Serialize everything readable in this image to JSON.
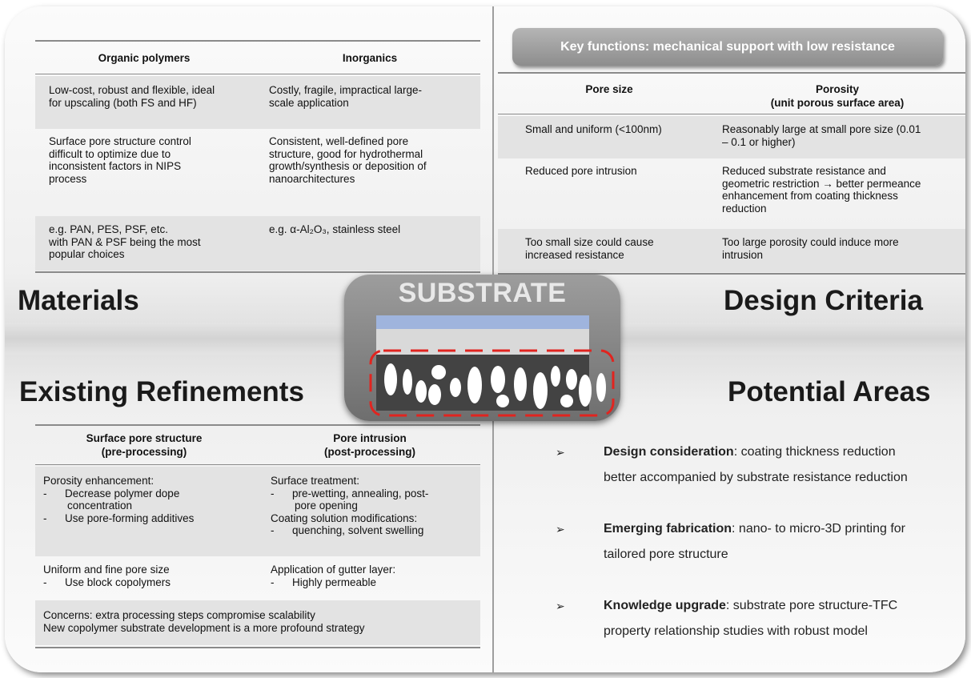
{
  "materials": {
    "section_title": "Materials",
    "headers": [
      "Organic polymers",
      "Inorganics"
    ],
    "rows": [
      [
        [
          "Low-cost, robust and flexible, ideal",
          "for upscaling (both FS and HF)"
        ],
        [
          "Costly, fragile, impractical large-",
          "scale application"
        ]
      ],
      [
        [
          "Surface pore structure control",
          "difficult to optimize due to",
          "inconsistent factors in NIPS",
          "process"
        ],
        [
          "Consistent, well-defined pore",
          "structure, good for hydrothermal",
          "growth/synthesis or deposition of",
          "nanoarchitectures"
        ]
      ],
      [
        [
          "e.g. PAN, PES, PSF, etc.",
          "with PAN & PSF being the most",
          "popular choices"
        ],
        [
          "e.g. α-Al₂O₃, stainless steel"
        ]
      ]
    ]
  },
  "design": {
    "key_functions": "Key functions:  mechanical  support with low resistance",
    "section_title": "Design Criteria",
    "headers": [
      [
        "Pore size"
      ],
      [
        "Porosity",
        "(unit porous surface area)"
      ]
    ],
    "rows": [
      [
        [
          "Small and uniform (<100nm)"
        ],
        [
          "Reasonably large at small pore size (0.01",
          "– 0.1 or higher)"
        ]
      ],
      [
        [
          "Reduced pore intrusion"
        ],
        [
          "Reduced substrate resistance and",
          "geometric restriction → better permeance",
          "enhancement from coating thickness",
          "reduction"
        ]
      ],
      [
        [
          "Too small size could cause",
          "increased resistance"
        ],
        [
          "Too large porosity could induce more",
          "intrusion"
        ]
      ]
    ]
  },
  "substrate": {
    "title": "SUBSTRATE"
  },
  "refinements": {
    "section_title": "Existing Refinements",
    "headers": [
      [
        "Surface pore structure",
        "(pre-processing)"
      ],
      [
        "Pore intrusion",
        "(post-processing)"
      ]
    ],
    "rows": [
      [
        [
          "Porosity enhancement:",
          "-      Decrease polymer dope",
          "        concentration",
          "-      Use pore-forming additives"
        ],
        [
          "Surface treatment:",
          "-      pre-wetting, annealing, post-",
          "        pore opening",
          "Coating solution modifications:",
          "-      quenching, solvent swelling"
        ]
      ],
      [
        [
          "Uniform and fine pore size",
          "-      Use block copolymers"
        ],
        [
          "Application of gutter layer:",
          "-      Highly permeable"
        ]
      ]
    ],
    "concerns": [
      "Concerns: extra processing steps compromise scalability",
      "New copolymer substrate development is a more profound strategy"
    ]
  },
  "potential": {
    "section_title": "Potential Areas",
    "arrow": "➢",
    "items": [
      {
        "bold": "Design consideration",
        "rest": ": coating thickness reduction",
        "line2": "better accompanied by substrate resistance reduction"
      },
      {
        "bold": "Emerging fabrication",
        "rest": ": nano- to micro-3D printing for",
        "line2": "tailored pore structure"
      },
      {
        "bold": "Knowledge upgrade",
        "rest": ": substrate pore structure-TFC",
        "line2": "property relationship studies with robust model"
      }
    ]
  }
}
